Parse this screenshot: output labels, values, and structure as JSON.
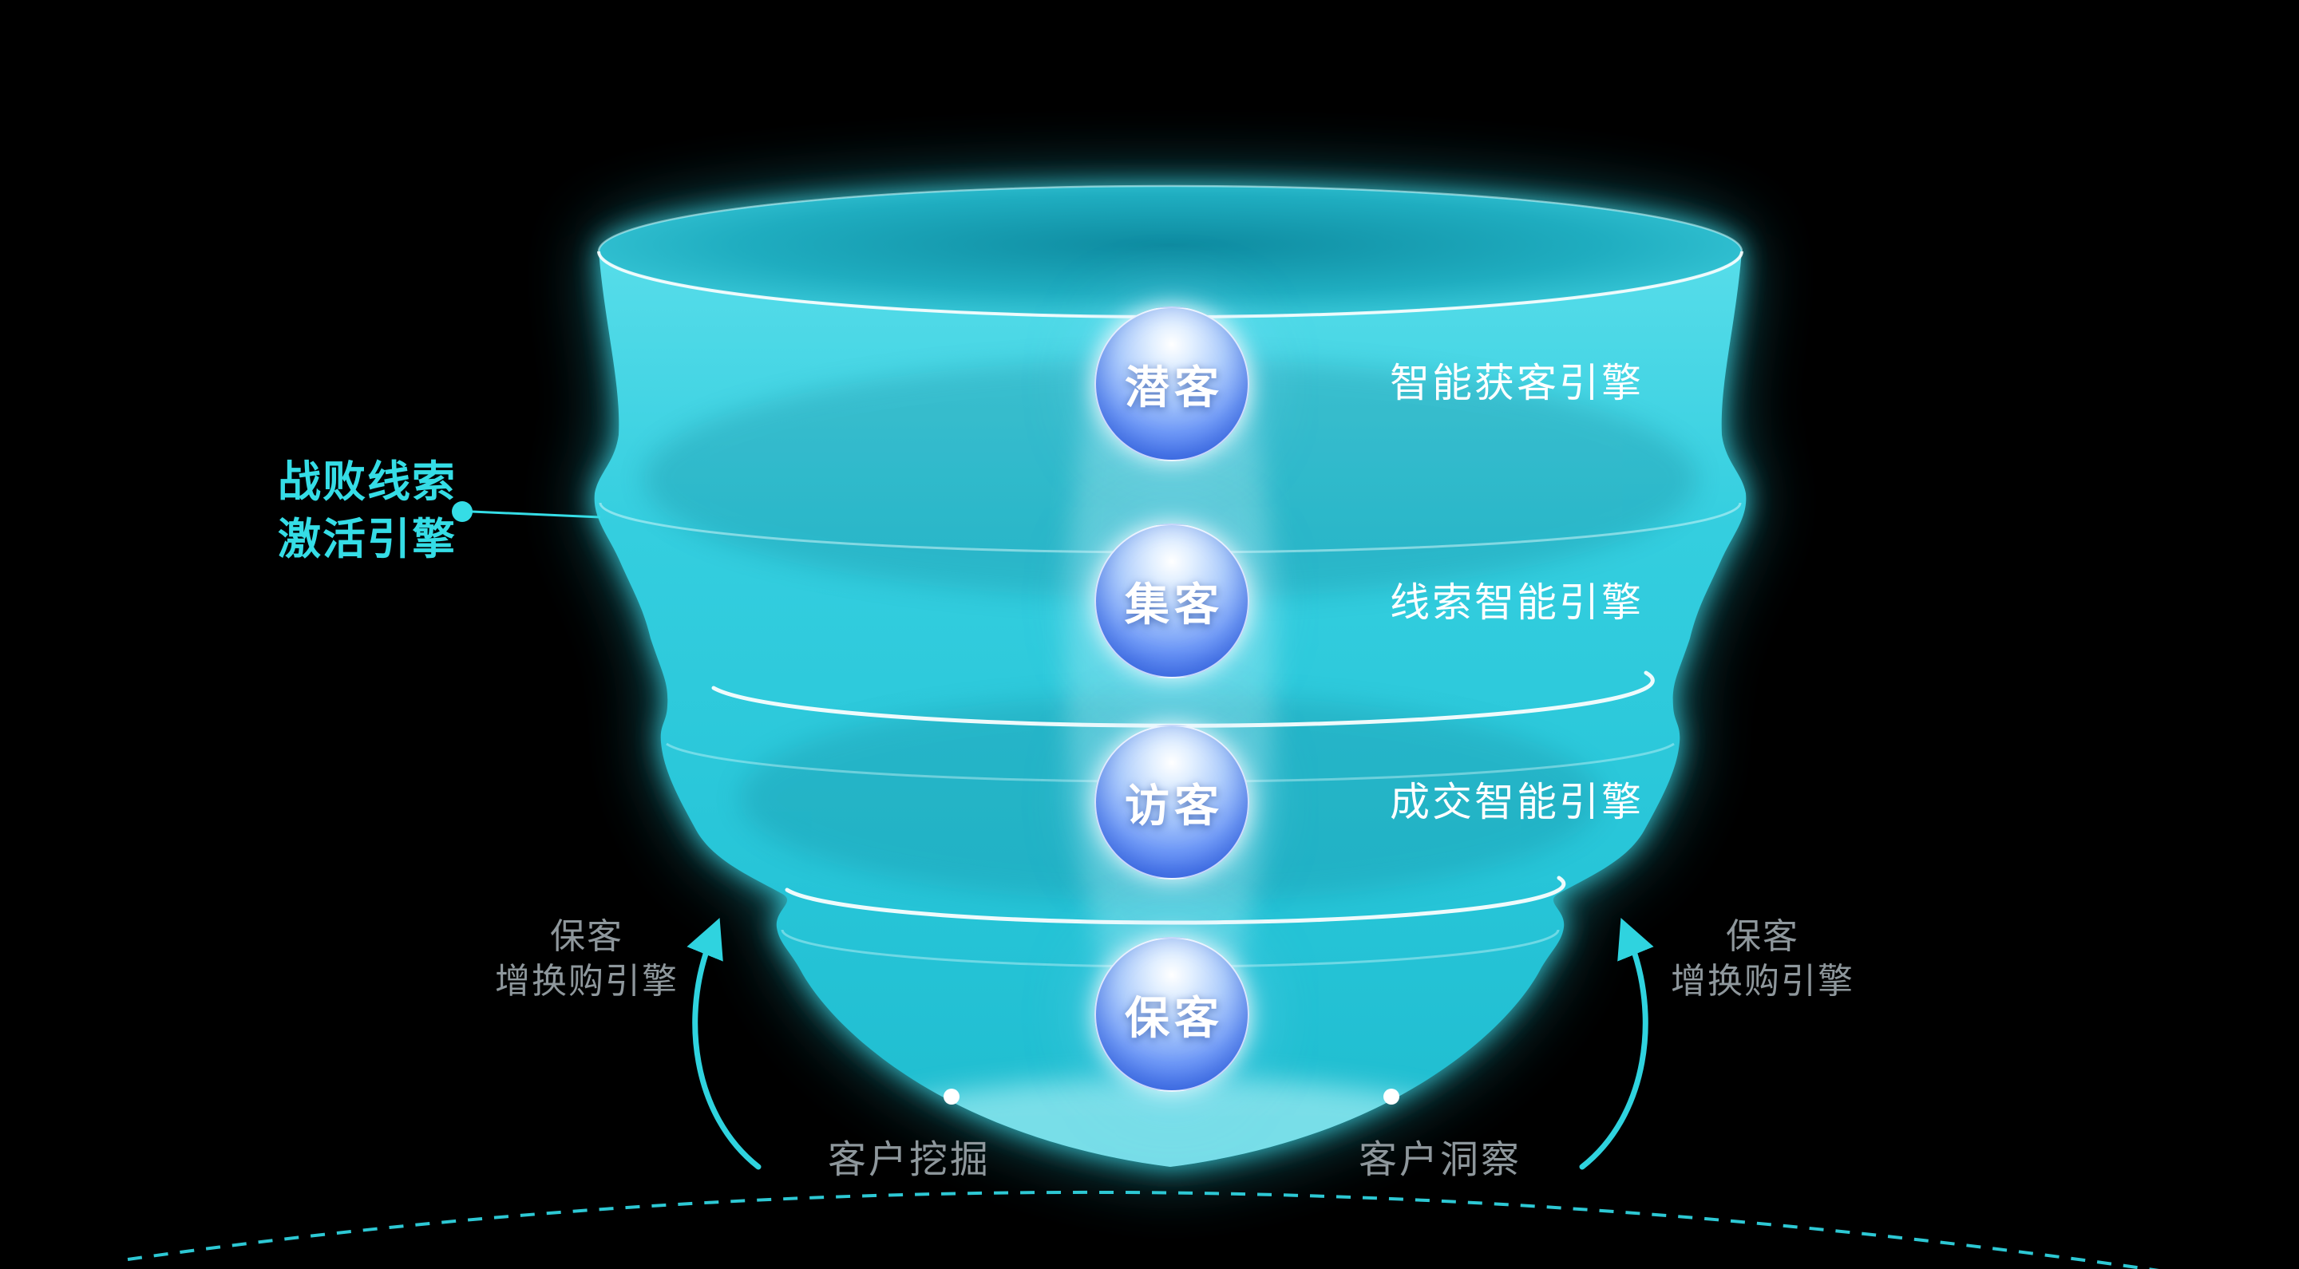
{
  "funnel": {
    "stages": [
      {
        "label": "潜客",
        "engine": "智能获客引擎"
      },
      {
        "label": "集客",
        "engine": "线索智能引擎"
      },
      {
        "label": "访客",
        "engine": "成交智能引擎"
      },
      {
        "label": "保客",
        "engine": ""
      }
    ]
  },
  "left_callout": {
    "line1": "战败线索",
    "line2": "激活引擎"
  },
  "retention": {
    "left": {
      "line1": "保客",
      "line2": "增换购引擎"
    },
    "right": {
      "line1": "保客",
      "line2": "增换购引擎"
    }
  },
  "bottom_labels": {
    "left": "客户挖掘",
    "right": "客户洞察"
  },
  "colors": {
    "background": "#000000",
    "funnel_cyan": "#2fd3df",
    "callout_cyan": "#35dde6",
    "muted_gray": "#8e979c",
    "badge_blue": "#4a77f0",
    "label_white": "#ffffff"
  }
}
